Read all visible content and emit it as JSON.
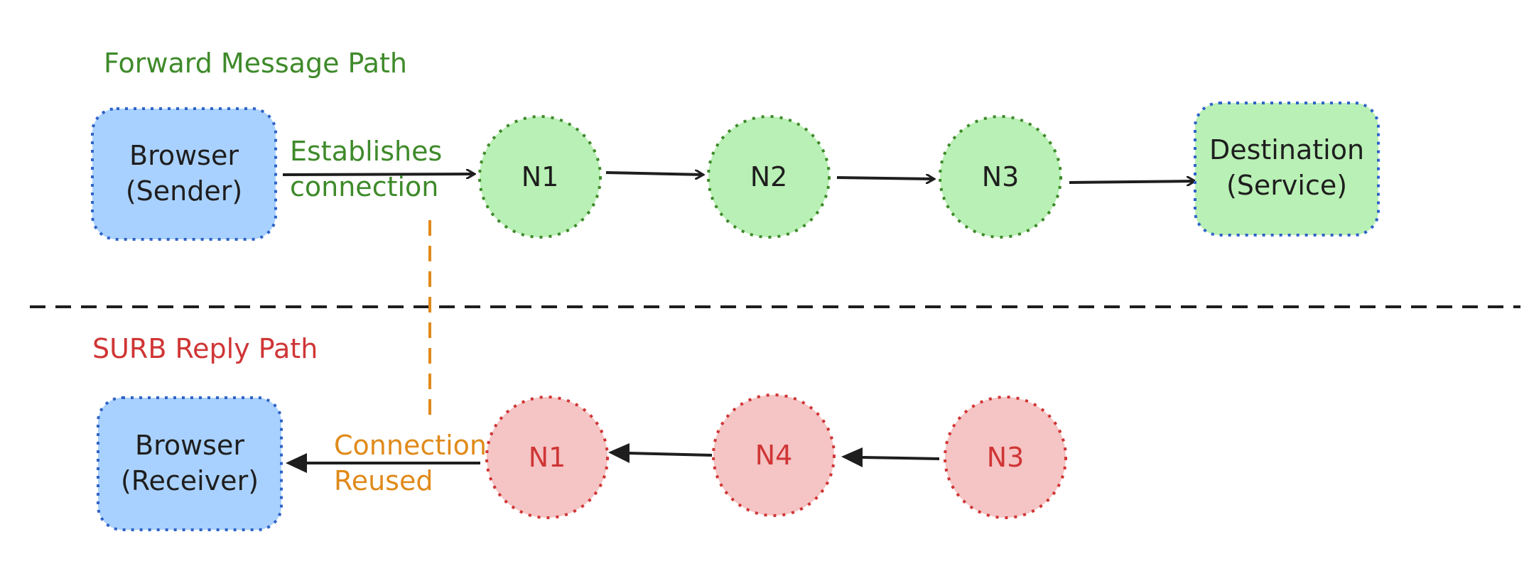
{
  "colors": {
    "forward_green": "#3e8a2a",
    "reply_red": "#d03535",
    "reused_orange": "#e08a1a",
    "box_blue_fill": "#a9d1ff",
    "box_blue_border": "#2f63c8",
    "node_green_fill": "#b9f0b5",
    "node_green_border": "#3e8a2a",
    "node_red_fill": "#f5c4c4",
    "node_red_border": "#d03535",
    "divider": "#1e1e1e",
    "text_dark": "#1e1e1e"
  },
  "forward": {
    "title": "Forward Message Path",
    "sender_line1": "Browser",
    "sender_line2": "(Sender)",
    "edge_label_line1": "Establishes",
    "edge_label_line2": "connection",
    "n1": "N1",
    "n2": "N2",
    "n3": "N3",
    "dest_line1": "Destination",
    "dest_line2": "(Service)"
  },
  "reply": {
    "title": "SURB Reply Path",
    "receiver_line1": "Browser",
    "receiver_line2": "(Receiver)",
    "edge_label_line1": "Connection",
    "edge_label_line2": "Reused",
    "n1": "N1",
    "n4": "N4",
    "n3": "N3"
  }
}
